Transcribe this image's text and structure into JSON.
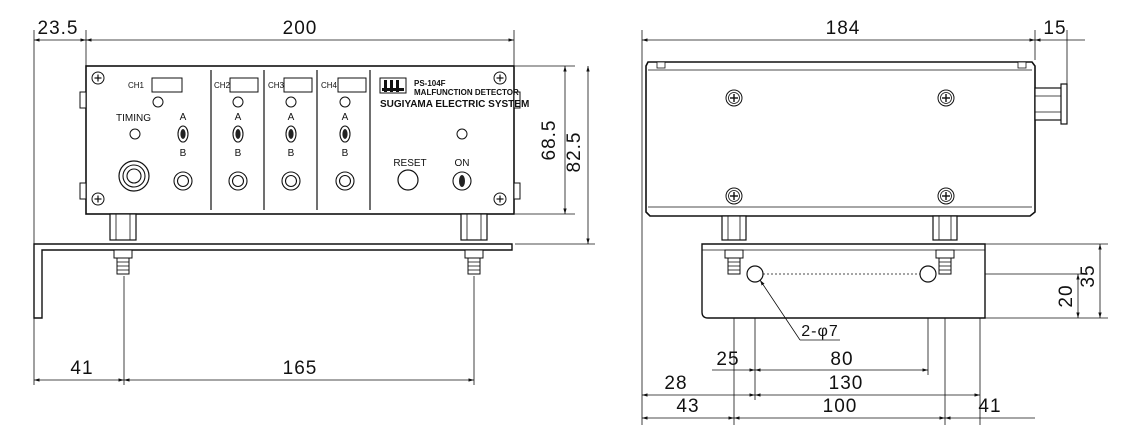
{
  "front_view": {
    "dimensions": {
      "left_offset": "23.5",
      "width": "200",
      "height_inner": "68.5",
      "height_total": "82.5",
      "bracket_offset": "41",
      "bracket_span": "165"
    },
    "panel": {
      "channels": [
        {
          "label": "CH1"
        },
        {
          "label": "CH2"
        },
        {
          "label": "CH3"
        },
        {
          "label": "CH4"
        }
      ],
      "timing_label": "TIMING",
      "switch_a": "A",
      "switch_b": "B",
      "reset_label": "RESET",
      "on_label": "ON",
      "model": "PS-104F",
      "product_name": "MALFUNCTION DETECTOR",
      "manufacturer": "SUGIYAMA ELECTRIC SYSTEM"
    }
  },
  "side_view": {
    "dimensions": {
      "width": "184",
      "protrusion": "15",
      "hole_label": "2-φ7",
      "d25": "25",
      "d80": "80",
      "d28": "28",
      "d130": "130",
      "d43": "43",
      "d100": "100",
      "d41": "41",
      "d20": "20",
      "d35": "35"
    }
  }
}
